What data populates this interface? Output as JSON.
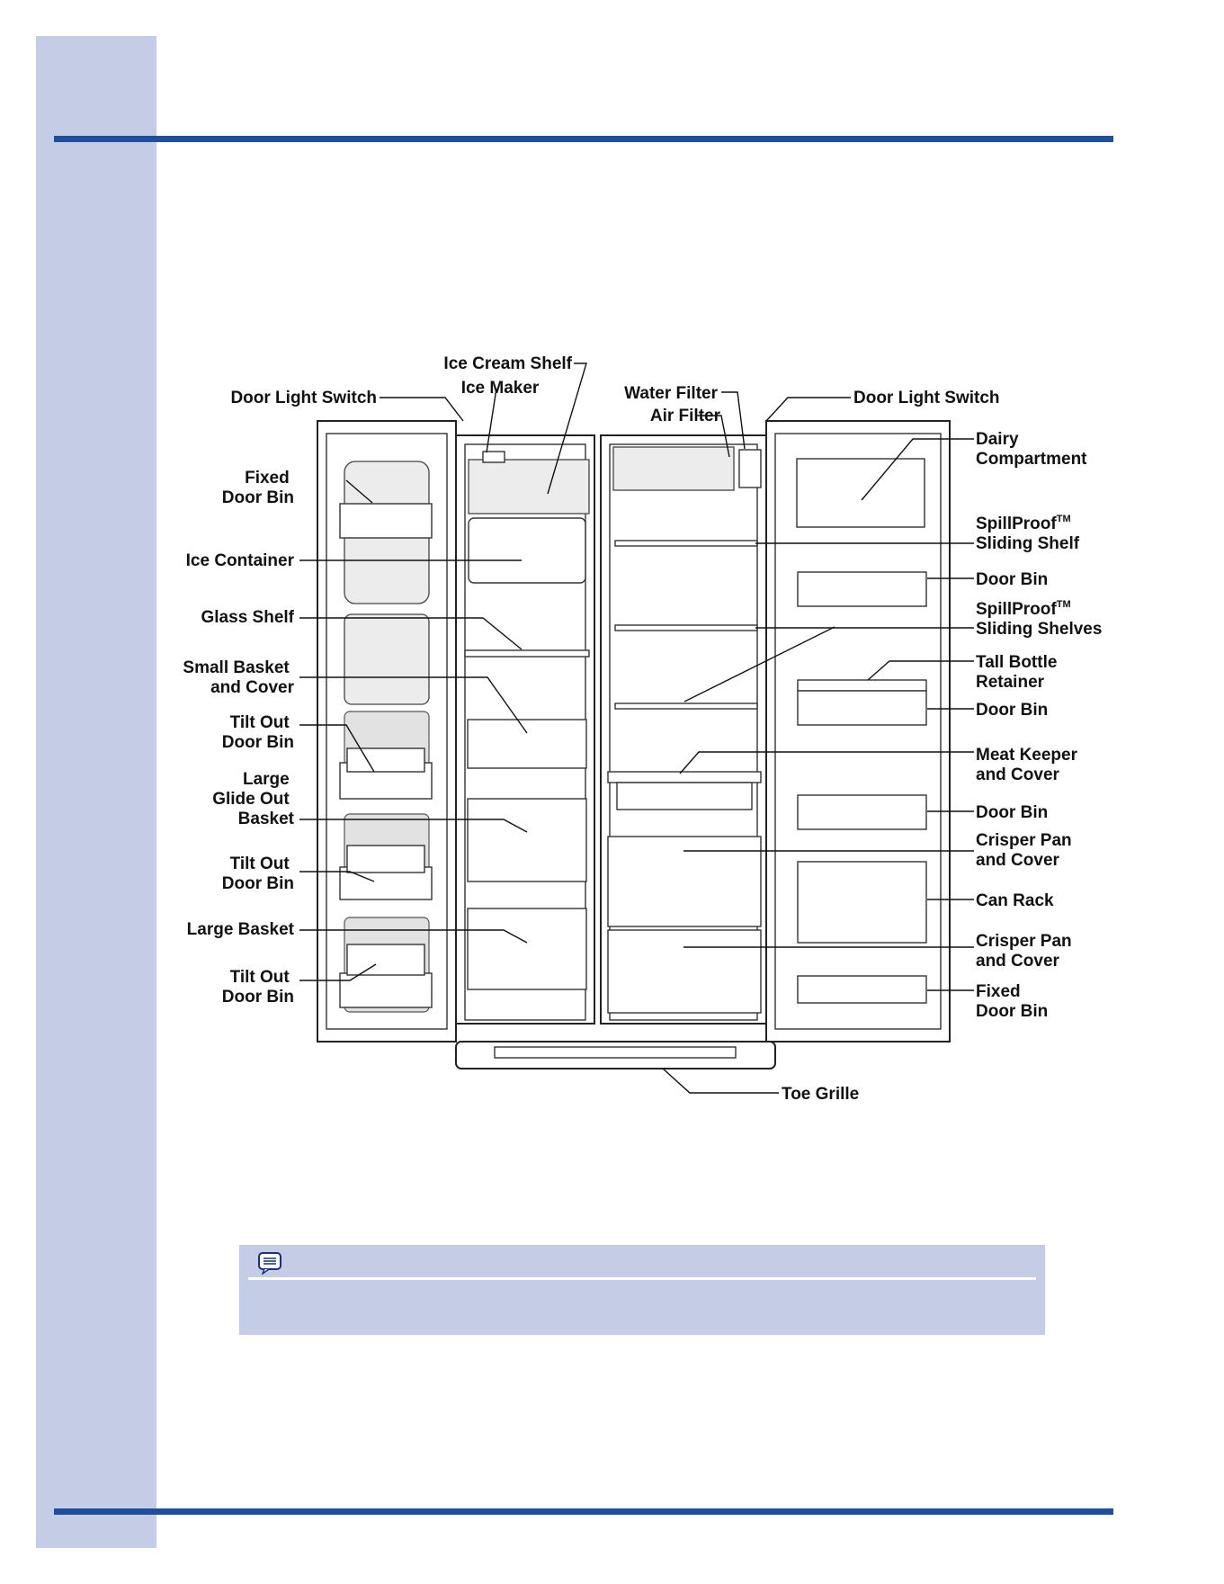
{
  "labels": {
    "ice_cream_shelf": "Ice Cream Shelf",
    "ice_maker": "Ice Maker",
    "door_light_switch_left": "Door Light Switch",
    "water_filter": "Water Filter",
    "air_filter": "Air Filter",
    "door_light_switch_right": "Door Light Switch",
    "fixed_door_bin_left": [
      "Fixed",
      "Door Bin"
    ],
    "ice_container": "Ice Container",
    "glass_shelf": "Glass Shelf",
    "small_basket": [
      "Small Basket",
      "and Cover"
    ],
    "tilt_out_door_bin_1": [
      "Tilt Out",
      "Door Bin"
    ],
    "large_glide_out_basket": [
      "Large",
      "Glide Out",
      "Basket"
    ],
    "tilt_out_door_bin_2": [
      "Tilt Out",
      "Door Bin"
    ],
    "large_basket": "Large Basket",
    "tilt_out_door_bin_3": [
      "Tilt Out",
      "Door Bin"
    ],
    "dairy_compartment": [
      "Dairy",
      "Compartment"
    ],
    "spillproof_sliding_shelf": [
      "SpillProof",
      "Sliding Shelf"
    ],
    "door_bin_1": "Door Bin",
    "spillproof_sliding_shelves": [
      "SpillProof",
      "Sliding Shelves"
    ],
    "tall_bottle_retainer": [
      "Tall Bottle",
      "Retainer"
    ],
    "door_bin_2": "Door Bin",
    "meat_keeper": [
      "Meat Keeper",
      "and Cover"
    ],
    "door_bin_3": "Door Bin",
    "crisper_pan_1": [
      "Crisper Pan",
      "and Cover"
    ],
    "can_rack": "Can Rack",
    "crisper_pan_2": [
      "Crisper Pan",
      "and Cover"
    ],
    "fixed_door_bin_right": [
      "Fixed",
      "Door Bin"
    ],
    "toe_grille": "Toe Grille",
    "tm": "TM"
  },
  "colors": {
    "sidebar": "#c5cce6",
    "rule": "#1f4f9c",
    "note_box": "#c5cce6"
  },
  "icons": {
    "note": "note-icon"
  }
}
